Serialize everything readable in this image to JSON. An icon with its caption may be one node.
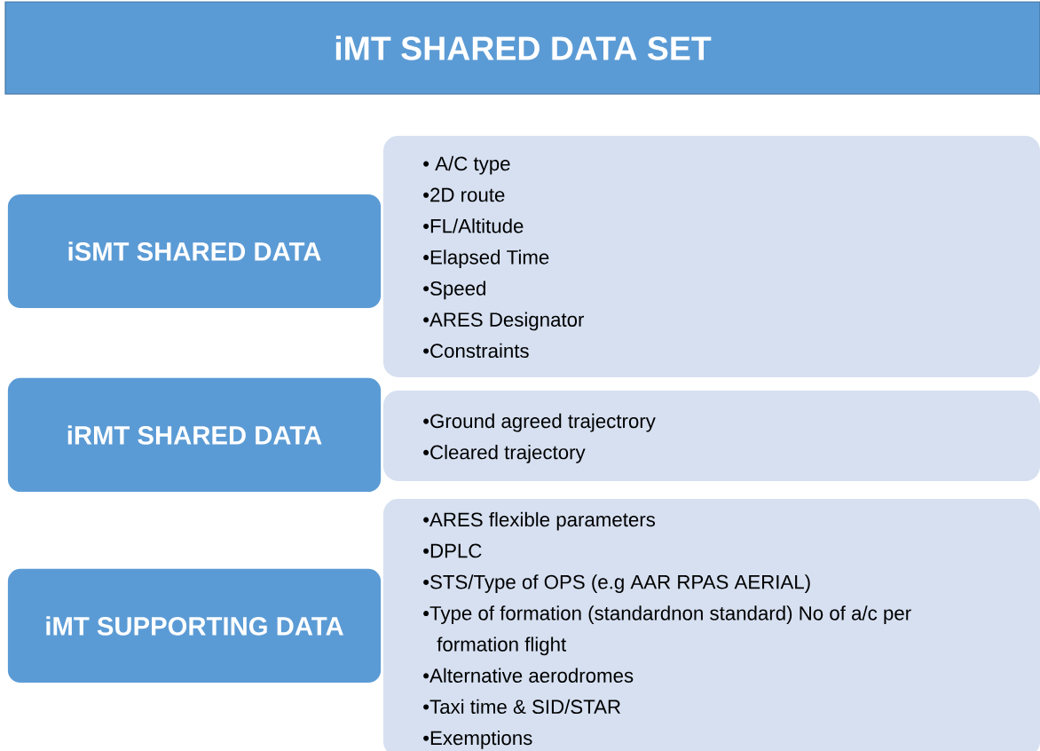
{
  "diagram": {
    "title": "iMT SHARED DATA SET",
    "nodes": [
      {
        "text": [
          "iSMT SHARED DATA"
        ]
      },
      {
        "text": [
          "• A/C type",
          "•2D route",
          "•FL/Altitude",
          "•Elapsed Time",
          "•Speed",
          "•ARES Designator",
          "•Constraints"
        ]
      },
      {
        "text": [
          "iRMT SHARED DATA"
        ]
      },
      {
        "text": [
          "•Ground agreed trajectrory",
          "•Cleared trajectory"
        ]
      },
      {
        "text": [
          "iMT SUPPORTING DATA"
        ]
      },
      {
        "text": [
          "•ARES flexible parameters",
          "•DPLC",
          "•STS/Type of OPS (e.g AAR RPAS AERIAL)",
          "•Type of formation (standardnon standard) No of a/c per formation flight",
          "•Alternative aerodromes",
          "•Taxi time & SID/STAR",
          "•Exemptions"
        ]
      }
    ]
  }
}
